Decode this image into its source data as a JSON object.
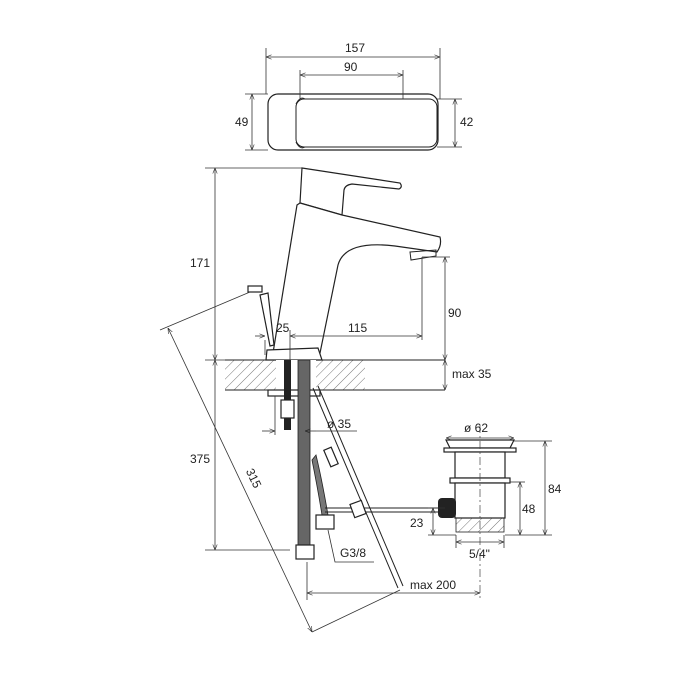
{
  "title": "Basin faucet technical drawing",
  "dimensions": {
    "top_width": "157",
    "top_handle": "90",
    "top_depth_left": "49",
    "top_depth_right": "42",
    "height_total": "171",
    "spout_height": "90",
    "base_offset": "25",
    "spout_reach": "115",
    "counter_thickness": "max 35",
    "hole_diameter": "ø 35",
    "length_below": "375",
    "rod_length": "315",
    "connection": "G3/8",
    "drain_diameter": "ø 62",
    "drain_height": "84",
    "drain_body": "48",
    "rod_height": "23",
    "drain_thread": "5/4\"",
    "drain_distance": "max 200"
  }
}
